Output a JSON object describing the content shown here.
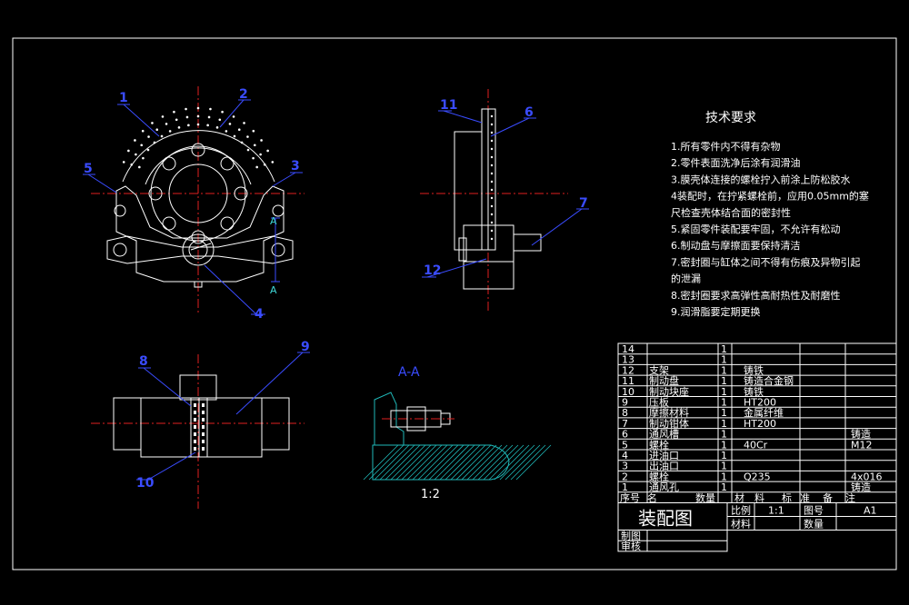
{
  "tech": {
    "title": "技术要求",
    "items": [
      "1.所有零件内不得有杂物",
      "2.零件表面洗净后涂有润滑油",
      "3.膜壳体连接的螺栓拧入前涂上防松胶水",
      "4装配时，在拧紧螺栓前，应用0.05mm的塞",
      "尺检查壳体结合面的密封性",
      "5.紧固零件装配要牢固，不允许有松动",
      "6.制动盘与摩擦面要保持清洁",
      "7.密封圈与缸体之间不得有伤痕及异物引起",
      "的泄漏",
      "8.密封圈要求高弹性高耐热性及耐磨性",
      "9.润滑脂要定期更换"
    ]
  },
  "callouts": [
    "1",
    "2",
    "3",
    "4",
    "5",
    "6",
    "7",
    "8",
    "9",
    "10",
    "11",
    "12"
  ],
  "section_label": "A-A",
  "section_scale": "1:2",
  "section_marker": "A",
  "bom": [
    {
      "no": "14",
      "name": "",
      "qty": "1",
      "mat": "",
      "note": ""
    },
    {
      "no": "13",
      "name": "",
      "qty": "1",
      "mat": "",
      "note": ""
    },
    {
      "no": "12",
      "name": "支架",
      "qty": "1",
      "mat": "铸铁",
      "note": ""
    },
    {
      "no": "11",
      "name": "制动盘",
      "qty": "1",
      "mat": "铸造合金钢",
      "note": ""
    },
    {
      "no": "10",
      "name": "制动块座",
      "qty": "1",
      "mat": "铸铁",
      "note": ""
    },
    {
      "no": "9",
      "name": "压板",
      "qty": "1",
      "mat": "HT200",
      "note": ""
    },
    {
      "no": "8",
      "name": "摩擦材料",
      "qty": "1",
      "mat": "金属纤维",
      "note": ""
    },
    {
      "no": "7",
      "name": "制动钳体",
      "qty": "1",
      "mat": "HT200",
      "note": ""
    },
    {
      "no": "6",
      "name": "通风槽",
      "qty": "1",
      "mat": "",
      "note": "铸造"
    },
    {
      "no": "5",
      "name": "螺栓",
      "qty": "1",
      "mat": "40Cr",
      "note": "M12"
    },
    {
      "no": "4",
      "name": "进油口",
      "qty": "1",
      "mat": "",
      "note": ""
    },
    {
      "no": "3",
      "name": "出油口",
      "qty": "1",
      "mat": "",
      "note": ""
    },
    {
      "no": "2",
      "name": "螺栓",
      "qty": "1",
      "mat": "Q235",
      "note": "4x016"
    },
    {
      "no": "1",
      "name": "通风孔",
      "qty": "1",
      "mat": "",
      "note": "铸造"
    }
  ],
  "bom_header": [
    "序号",
    "名",
    "数量",
    "材",
    "料",
    "标",
    "准",
    "备",
    "注"
  ],
  "titleblock": {
    "name": "装配图",
    "scale_label": "比例",
    "scale_value": "1:1",
    "drawing_no_label": "图号",
    "drawing_no_value": "A1",
    "material_label": "材料",
    "quantity_label": "数量",
    "drawer_label": "制图",
    "checker_label": "审核"
  }
}
